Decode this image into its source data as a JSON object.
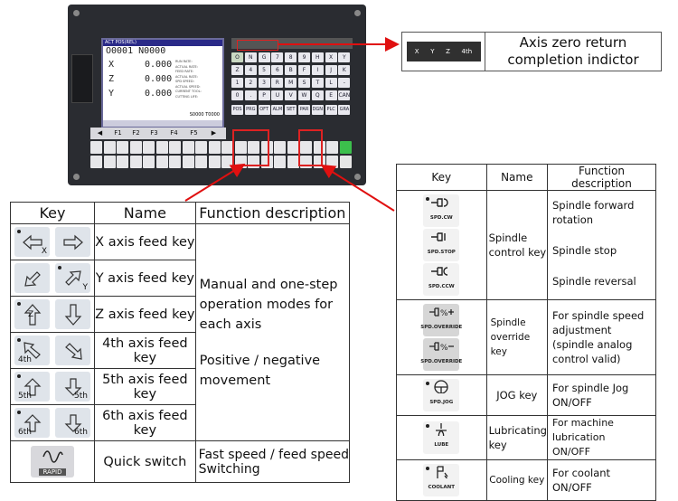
{
  "panel": {
    "screen_header": "ACT POS(REL)",
    "screen_header_right": "O0001 N0000",
    "program_line": "O0001 N0000",
    "axes": [
      {
        "axis": "X",
        "value": "0.000"
      },
      {
        "axis": "Z",
        "value": "0.000"
      },
      {
        "axis": "Y",
        "value": "0.000"
      }
    ],
    "side_info": [
      "RUN RATE:",
      "ACTUAL RATE:",
      "FEED RATE:",
      "ACTUAL RATE:",
      "SPD SPEED:",
      "ACTUAL SPEED:",
      "CURRENT TOOL:",
      "CUTTING LIFE:"
    ],
    "footer": "S0000 T0000",
    "function_keys": [
      "◀",
      "F1",
      "F2",
      "F3",
      "F4",
      "F5",
      "▶"
    ],
    "keypad_letters": [
      "O",
      "N",
      "G",
      "7",
      "8",
      "9",
      "H",
      "X",
      "Y",
      "Z",
      "4",
      "5",
      "6",
      "B",
      "F",
      "I",
      "J",
      "K",
      "1",
      "2",
      "3",
      "R",
      "M",
      "S",
      "T",
      "L",
      "-",
      "0",
      ".",
      "P",
      "U",
      "V",
      "W",
      "Q",
      "E",
      "CAN"
    ],
    "mode_keys": [
      "POS",
      "PRG",
      "OFT",
      "ALM",
      "SET",
      "PAR",
      "DGN",
      "PLC",
      "GRA"
    ]
  },
  "indicator": {
    "title_line1": "Axis zero return",
    "title_line2": "completion indictor",
    "icon_labels": [
      "X",
      "Y",
      "Z",
      "4th"
    ]
  },
  "axis_table": {
    "headers": {
      "key": "Key",
      "name": "Name",
      "desc": "Function description"
    },
    "rows": [
      {
        "name": "X axis feed key",
        "labels": [
          "X",
          ""
        ]
      },
      {
        "name": "Y axis feed key",
        "labels": [
          "",
          "Y"
        ]
      },
      {
        "name": "Z axis feed key",
        "labels": [
          "Z",
          ""
        ]
      },
      {
        "name": "4th axis feed key",
        "labels": [
          "4th",
          ""
        ]
      },
      {
        "name": "5th axis feed key",
        "labels": [
          "5th",
          "5th"
        ]
      },
      {
        "name": "6th axis feed key",
        "labels": [
          "6th",
          "6th"
        ]
      }
    ],
    "desc_line1": "Manual and one-step",
    "desc_line2": "operation modes for",
    "desc_line3": "each axis",
    "desc_line4": "Positive / negative",
    "desc_line5": "movement",
    "rapid": {
      "name": "Quick switch",
      "key_label": "RAPID",
      "desc_line1": "Fast speed / feed speed",
      "desc_line2": "Switching"
    }
  },
  "spindle_table": {
    "headers": {
      "key": "Key",
      "name": "Name",
      "desc": "Function description"
    },
    "control": {
      "keys": [
        "SPD.CW",
        "SPD.STOP",
        "SPD.CCW"
      ],
      "name_line1": "Spindle",
      "name_line2": "control key",
      "desc_forward_1": "Spindle forward",
      "desc_forward_2": "rotation",
      "desc_stop": "Spindle stop",
      "desc_reverse": "Spindle reversal"
    },
    "override": {
      "keys": [
        "SPD.OVERRIDE",
        "SPD.OVERRIDE"
      ],
      "name_line1": "Spindle",
      "name_line2": "override key",
      "desc_1": "For spindle speed",
      "desc_2": "adjustment",
      "desc_3": "(spindle analog",
      "desc_4": "control valid)"
    },
    "jog": {
      "key": "SPD.JOG",
      "name": "JOG key",
      "desc_1": "For spindle Jog",
      "desc_2": "ON/OFF"
    },
    "lube": {
      "key": "LUBE",
      "name_1": "Lubricating",
      "name_2": "key",
      "desc_1": "For machine lubrication",
      "desc_2": "ON/OFF"
    },
    "cool": {
      "key": "COOLANT",
      "name": "Cooling key",
      "desc_1": "For coolant",
      "desc_2": "ON/OFF"
    }
  }
}
